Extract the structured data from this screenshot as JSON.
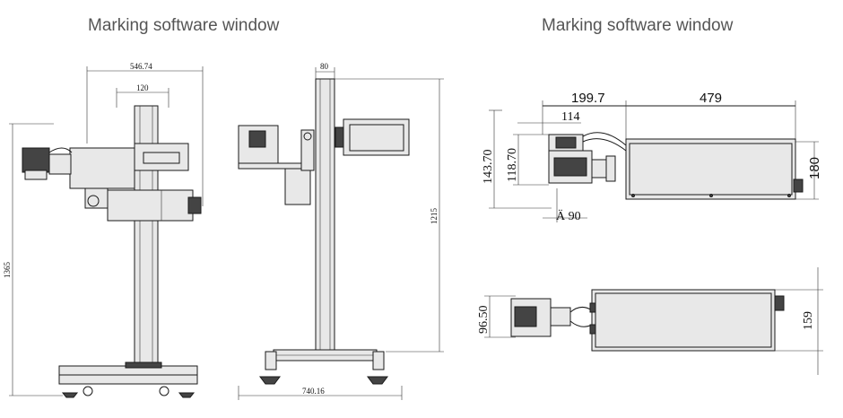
{
  "titles": {
    "left": "Marking software window",
    "right": "Marking software window"
  },
  "dimensions": {
    "front_width": "546.74",
    "front_inner": "120",
    "front_height": "1365",
    "side_top": "80",
    "side_height": "1215",
    "side_base": "740.16",
    "head_total": "199.7",
    "head_body": "479",
    "head_lens": "114",
    "head_h1": "143.70",
    "head_h2": "118.70",
    "head_dia": "Ä 90",
    "head_right": "180",
    "top_left": "96.50",
    "top_right": "159"
  }
}
